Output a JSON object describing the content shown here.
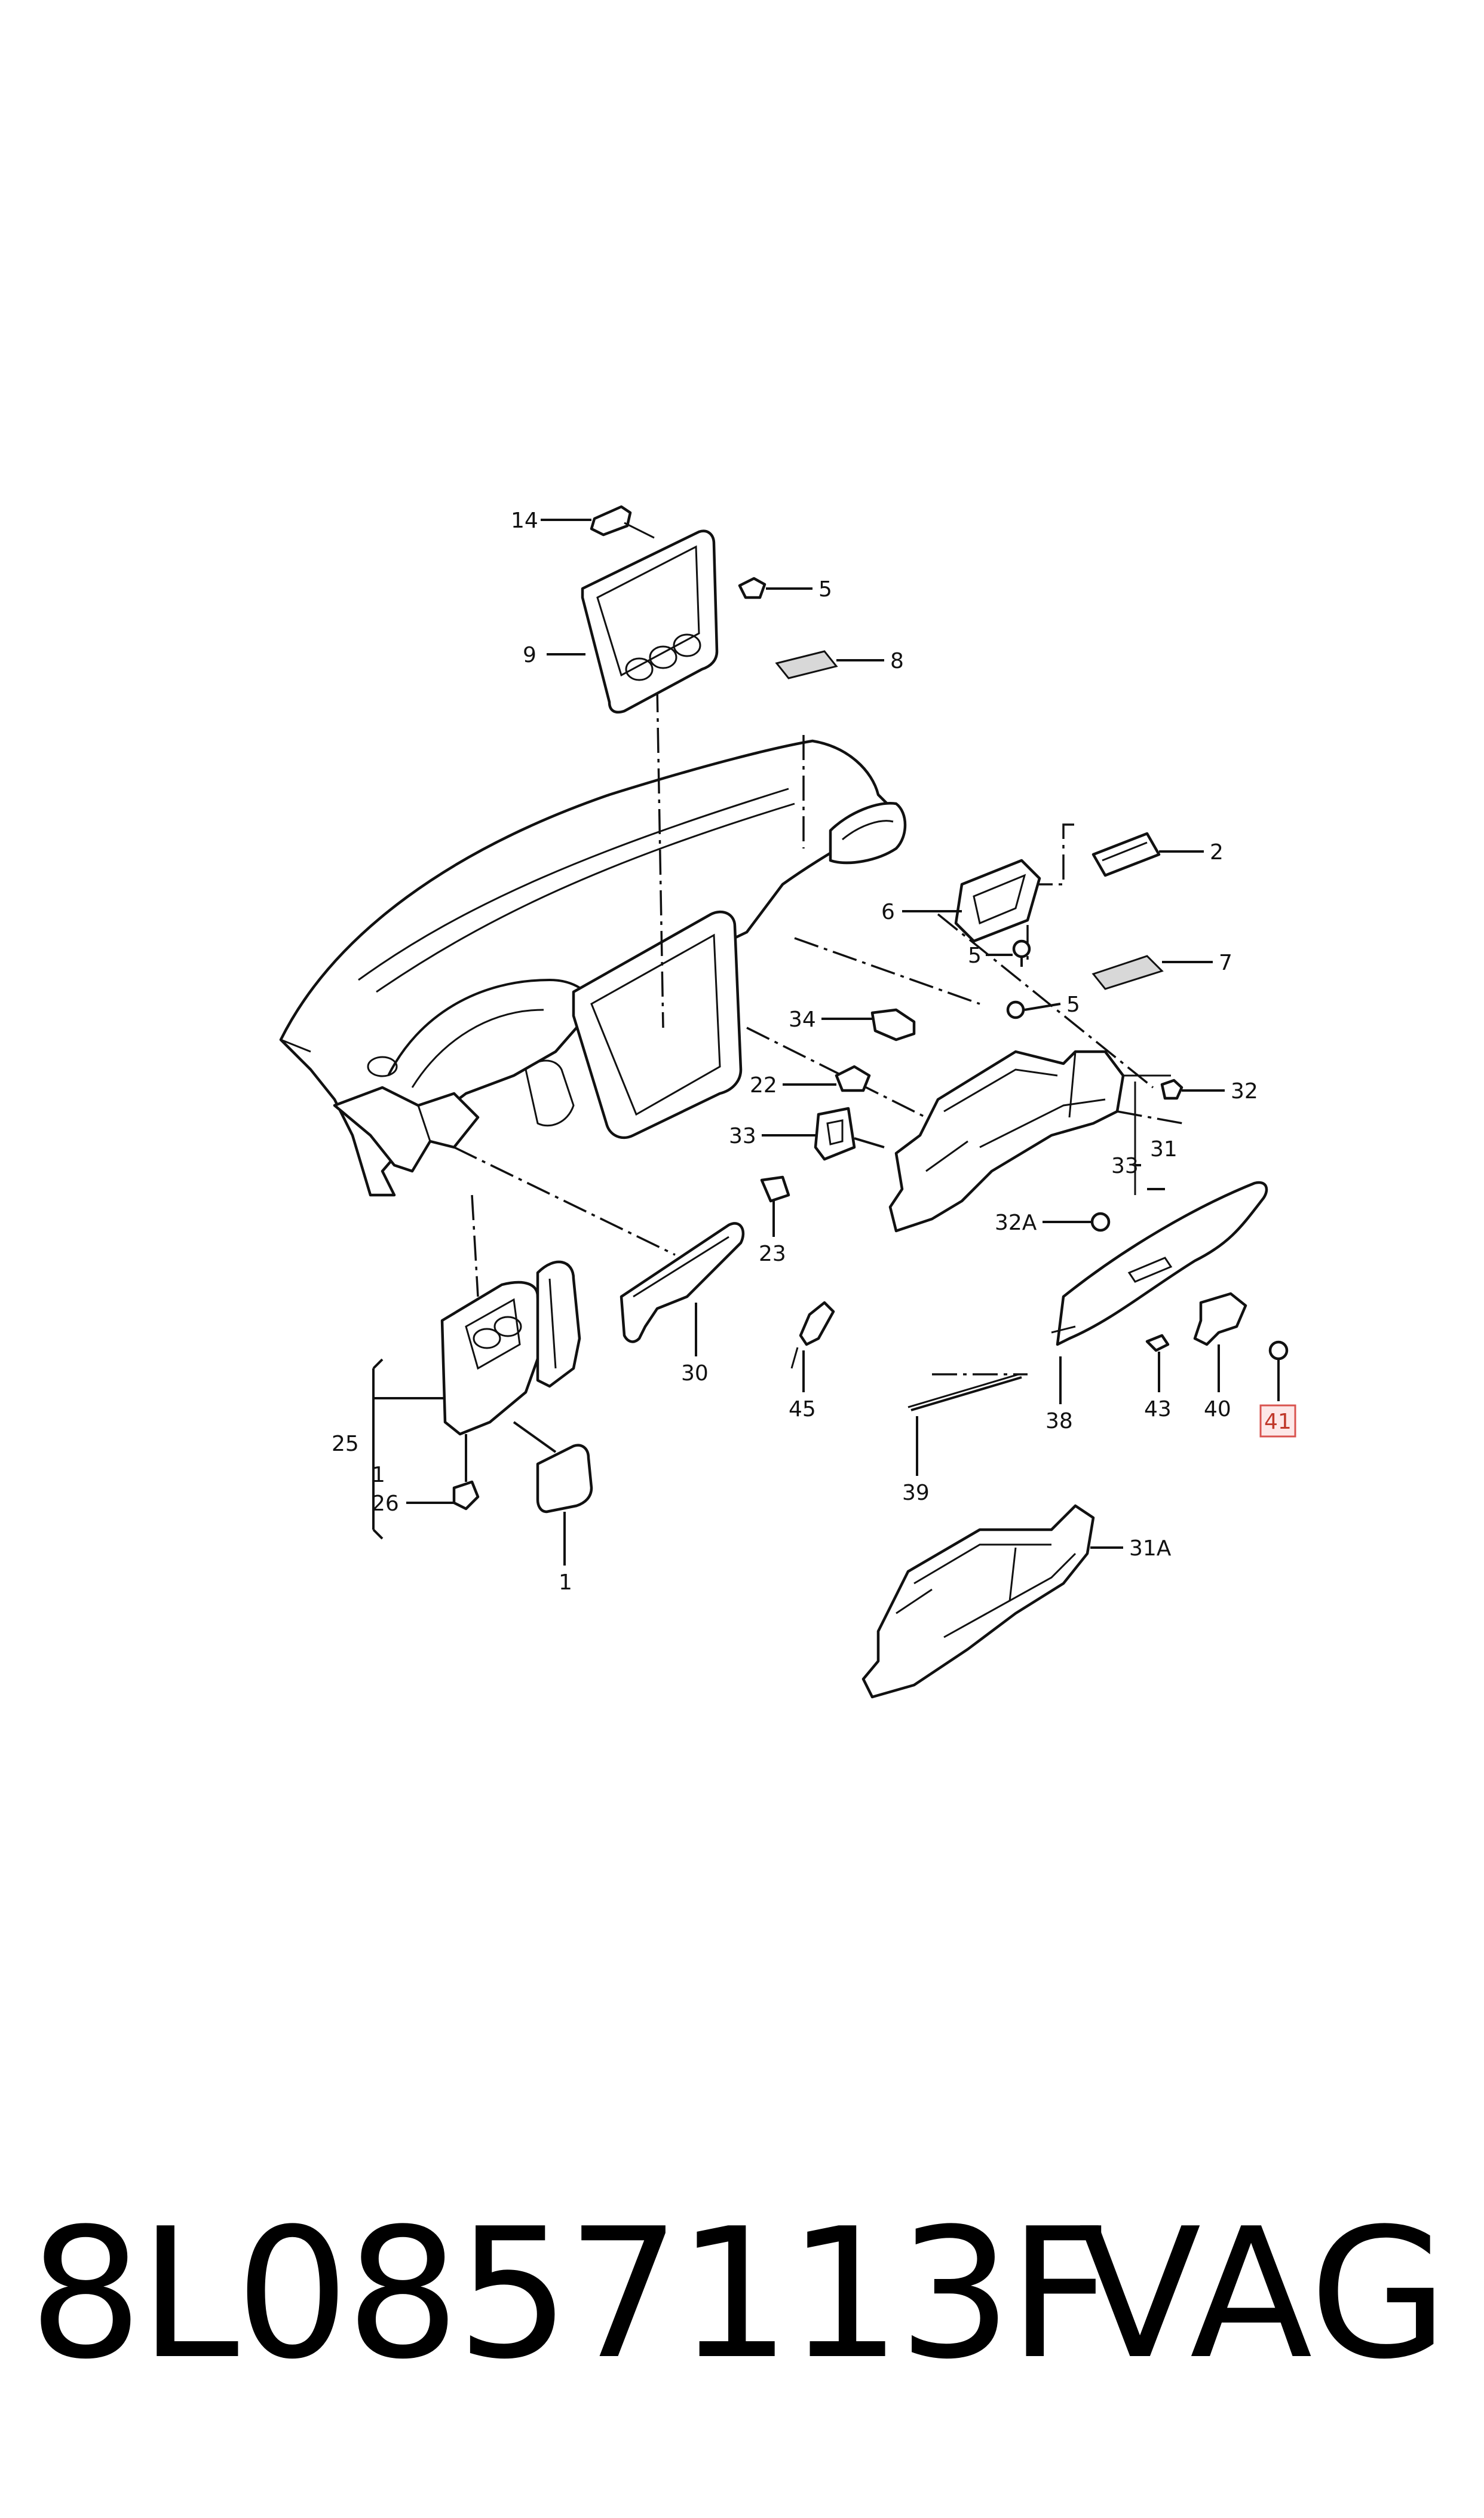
{
  "diagram": {
    "callouts": {
      "c14": "14",
      "c5a": "5",
      "c9": "9",
      "c8": "8",
      "c2": "2",
      "c6": "6",
      "c5b": "5",
      "c7": "7",
      "c5c": "5",
      "c34": "34",
      "c32": "32",
      "c22": "22",
      "c33a": "33",
      "c33b": "33",
      "c31": "31",
      "c32a": "32A",
      "c23": "23",
      "c30": "30",
      "c45": "45",
      "c38": "38",
      "c43": "43",
      "c40": "40",
      "c41": "41",
      "c39": "39",
      "c25": "25",
      "c1a": "1",
      "c26": "26",
      "c1b": "1",
      "c31a": "31A"
    },
    "highlight_callout": "41"
  },
  "footer": {
    "part_number": "8L0857113F",
    "brand": "VAG"
  },
  "colors": {
    "line": "#111111",
    "highlight": "#d9534f"
  }
}
